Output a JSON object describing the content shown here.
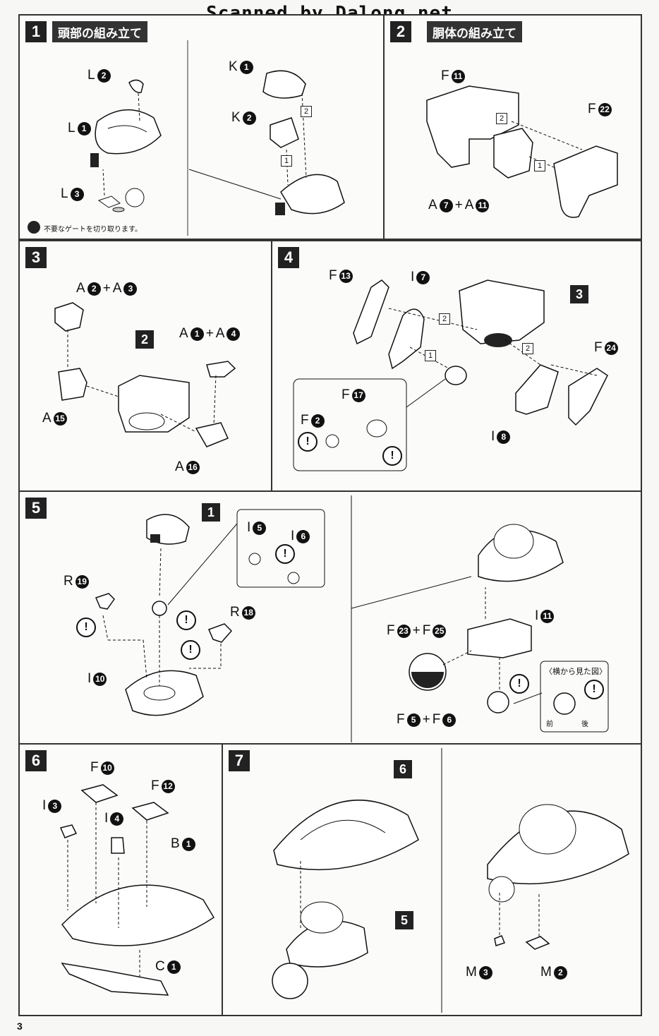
{
  "watermark": "Scanned by Dalong.net",
  "page_number": "3",
  "steps": [
    {
      "number": "1",
      "title": "頭部の組み立て"
    },
    {
      "number": "2",
      "title": "胴体の組み立て"
    },
    {
      "number": "3"
    },
    {
      "number": "4"
    },
    {
      "number": "5"
    },
    {
      "number": "6"
    },
    {
      "number": "7"
    }
  ],
  "parts": {
    "s1": {
      "L2": [
        "L",
        "2"
      ],
      "L1": [
        "L",
        "1"
      ],
      "L3": [
        "L",
        "3"
      ],
      "K1": [
        "K",
        "1"
      ],
      "K2": [
        "K",
        "2"
      ]
    },
    "s2": {
      "F11": [
        "F",
        "11"
      ],
      "F22": [
        "F",
        "22"
      ],
      "A7": [
        "A",
        "7"
      ],
      "plus": "+",
      "A11": [
        "A",
        "11"
      ]
    },
    "s3": {
      "A2": [
        "A",
        "2"
      ],
      "plus": "+",
      "A3": [
        "A",
        "3"
      ],
      "A1": [
        "A",
        "1"
      ],
      "A4": [
        "A",
        "4"
      ],
      "A15": [
        "A",
        "15"
      ],
      "A16": [
        "A",
        "16"
      ],
      "ref": "2"
    },
    "s4": {
      "F13": [
        "F",
        "13"
      ],
      "I7": [
        "I",
        "7"
      ],
      "F24": [
        "F",
        "24"
      ],
      "I8": [
        "I",
        "8"
      ],
      "F17": [
        "F",
        "17"
      ],
      "F2": [
        "F",
        "2"
      ],
      "ref": "3"
    },
    "s5": {
      "R19": [
        "R",
        "19"
      ],
      "I5": [
        "I",
        "5"
      ],
      "I6": [
        "I",
        "6"
      ],
      "R18": [
        "R",
        "18"
      ],
      "I10": [
        "I",
        "10"
      ],
      "I11": [
        "I",
        "11"
      ],
      "F23": [
        "F",
        "23"
      ],
      "F25": [
        "F",
        "25"
      ],
      "F5": [
        "F",
        "5"
      ],
      "F6": [
        "F",
        "6"
      ],
      "plus": "+",
      "ref": "1",
      "side_view": "〈横から見た図〉",
      "front": "前",
      "back": "後"
    },
    "s6": {
      "F10": [
        "F",
        "10"
      ],
      "F12": [
        "F",
        "12"
      ],
      "I3": [
        "I",
        "3"
      ],
      "I4": [
        "I",
        "4"
      ],
      "B1": [
        "B",
        "1"
      ],
      "C1": [
        "C",
        "1"
      ]
    },
    "s7": {
      "ref6": "6",
      "ref5": "5",
      "M3": [
        "M",
        "3"
      ],
      "M2": [
        "M",
        "2"
      ]
    }
  },
  "note": "不要なゲートを切り取ります。",
  "sub_steps": {
    "one": "1",
    "two": "2"
  },
  "warn_symbol": "!"
}
